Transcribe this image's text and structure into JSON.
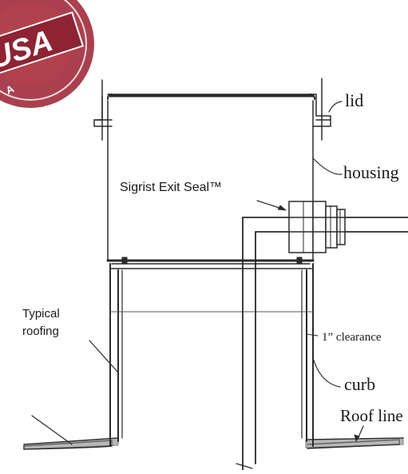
{
  "labels": {
    "lid": "lid",
    "housing": "housing",
    "seal": "Sigrist Exit Seal™",
    "typical_roofing": "Typical roofing",
    "clearance": "1” clearance",
    "curb": "curb",
    "roof_line": "Roof line"
  },
  "stamp": {
    "text": "USA",
    "color": "#a3303f"
  },
  "colors": {
    "line": "#2a2a2a",
    "background": "#ffffff"
  }
}
